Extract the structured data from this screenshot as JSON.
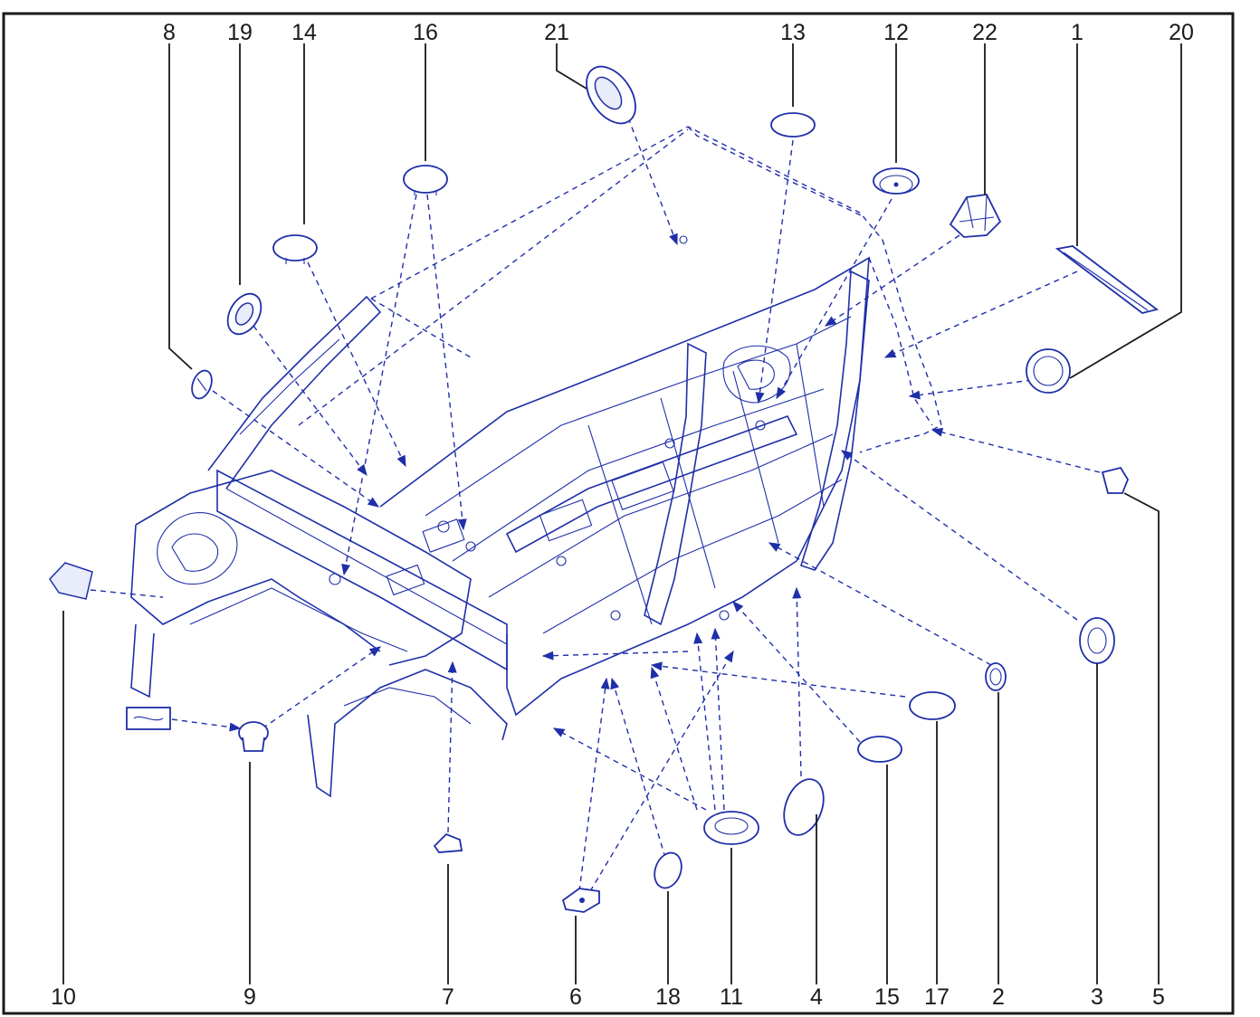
{
  "diagram": {
    "callouts": [
      {
        "id": "8",
        "label": "8"
      },
      {
        "id": "19",
        "label": "19"
      },
      {
        "id": "14",
        "label": "14"
      },
      {
        "id": "16",
        "label": "16"
      },
      {
        "id": "21",
        "label": "21"
      },
      {
        "id": "13",
        "label": "13"
      },
      {
        "id": "12",
        "label": "12"
      },
      {
        "id": "22",
        "label": "22"
      },
      {
        "id": "1",
        "label": "1"
      },
      {
        "id": "20",
        "label": "20"
      },
      {
        "id": "10",
        "label": "10"
      },
      {
        "id": "9",
        "label": "9"
      },
      {
        "id": "7",
        "label": "7"
      },
      {
        "id": "6",
        "label": "6"
      },
      {
        "id": "18",
        "label": "18"
      },
      {
        "id": "11",
        "label": "11"
      },
      {
        "id": "4",
        "label": "4"
      },
      {
        "id": "15",
        "label": "15"
      },
      {
        "id": "17",
        "label": "17"
      },
      {
        "id": "2",
        "label": "2"
      },
      {
        "id": "3",
        "label": "3"
      },
      {
        "id": "5",
        "label": "5"
      }
    ],
    "colors": {
      "line": "#1f2fa8",
      "text": "#1a1a1a",
      "frame": "#1a1a1a"
    }
  }
}
